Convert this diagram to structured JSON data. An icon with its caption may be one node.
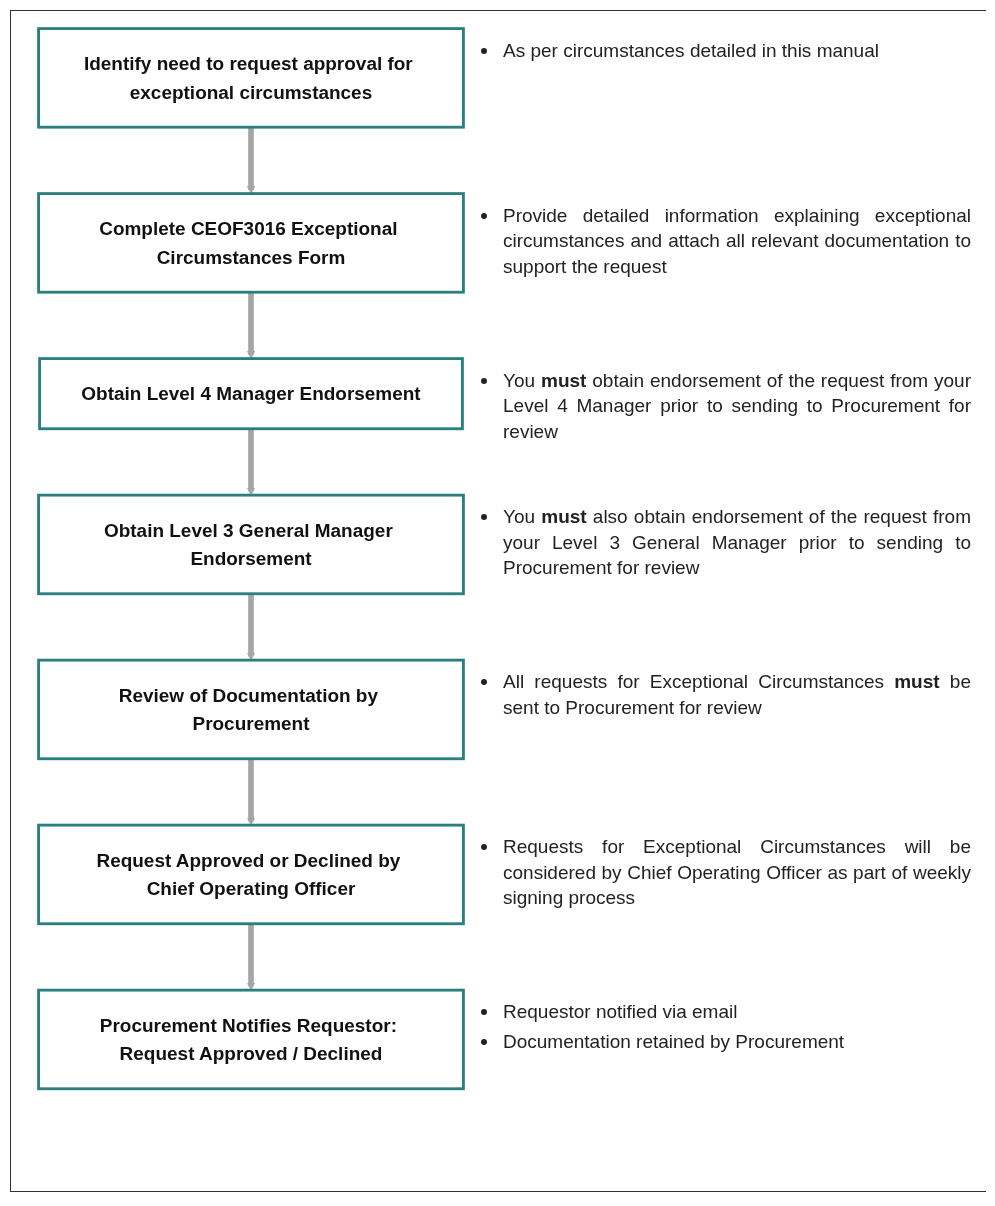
{
  "diagram": {
    "nodes": [
      {
        "text": [
          "Identify need to request approval for exceptional circumstances"
        ],
        "beside": [
          "As per circumstances detailed in this manual"
        ]
      },
      {
        "text": [
          "Complete CEOF3016 Exceptional Circumstances Form"
        ],
        "beside": [
          "Provide detailed information explaining exceptional circumstances and attach all relevant documentation to support the request"
        ]
      },
      {
        "text": [
          "Obtain Level 4 Manager Endorsement"
        ],
        "beside": [
          "You **must** obtain endorsement of the request from your Level 4 Manager prior to sending to Procurement for review"
        ]
      },
      {
        "text": [
          "Obtain Level 3 General Manager Endorsement"
        ],
        "beside": [
          "You **must** also obtain endorsement of the request from your Level 3 General Manager prior to sending to Procurement for review"
        ]
      },
      {
        "text": [
          "Review of Documentation by Procurement"
        ],
        "beside": [
          "All requests for Exceptional Circumstances **must** be sent to Procurement for review"
        ]
      },
      {
        "text": [
          "Request Approved or Declined by Chief Operating Officer"
        ],
        "beside": [
          "Requests for Exceptional Circumstances will be considered by Chief Operating Officer as part of weekly signing process"
        ]
      },
      {
        "text": [
          "Procurement Notifies Requestor: Request Approved / Declined"
        ],
        "beside": [
          "Requestor notified via email",
          "Documentation retained by Procurement"
        ]
      }
    ],
    "edges": [
      {
        "from": 0,
        "to": 1,
        "arrow": "to"
      },
      {
        "from": 1,
        "to": 2,
        "arrow": "to"
      },
      {
        "from": 2,
        "to": 3,
        "arrow": "to"
      },
      {
        "from": 3,
        "to": 4,
        "arrow": "to"
      },
      {
        "from": 4,
        "to": 5,
        "arrow": "to"
      },
      {
        "from": 5,
        "to": 6,
        "arrow": "to"
      }
    ]
  }
}
